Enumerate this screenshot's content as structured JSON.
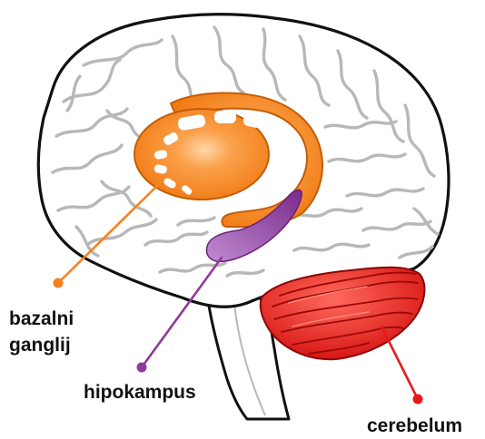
{
  "colors": {
    "basal_ganglia": "#f58220",
    "hippocampus": "#8e3a9a",
    "cerebellum": "#e8181c",
    "brain_fill": "#ffffff",
    "sulci": "#b8b8b8",
    "outline": "#111111"
  },
  "labels": {
    "basal_ganglia_line1": "bazalni",
    "basal_ganglia_line2": "ganglij",
    "hippocampus": "hipokampus",
    "cerebellum": "cerebelum"
  }
}
